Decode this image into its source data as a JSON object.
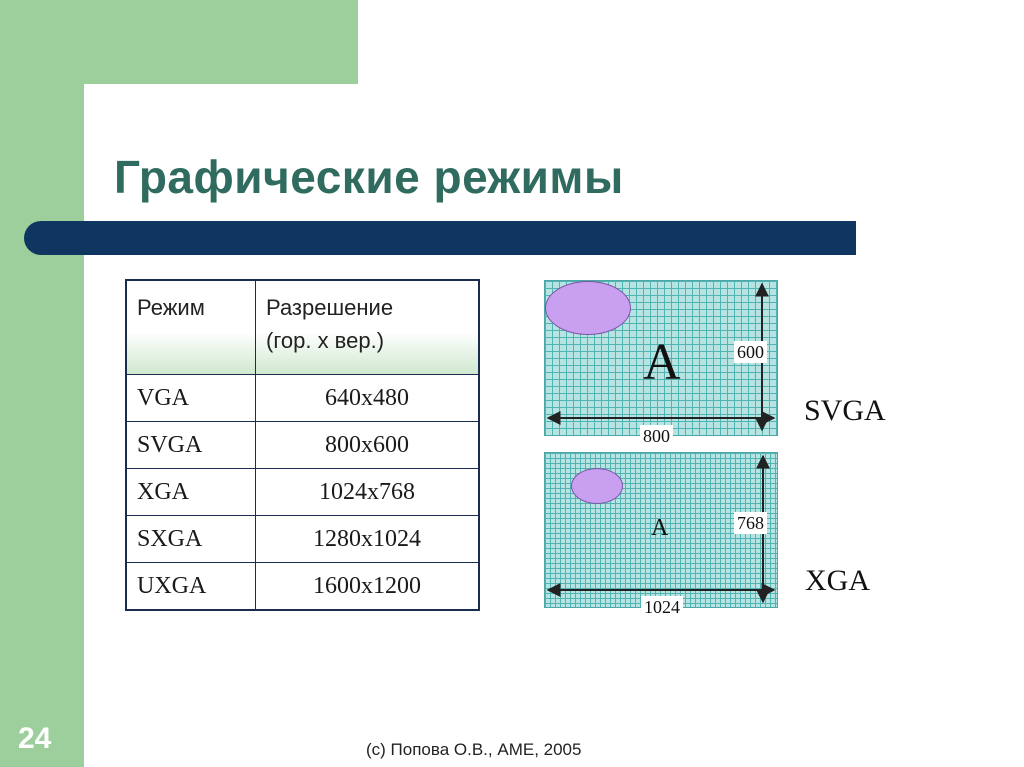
{
  "slide": {
    "title": "Графические режимы",
    "page_number": "24",
    "footer": "(с) Попова О.В., AME,  2005"
  },
  "table": {
    "header": {
      "col1": "Режим",
      "col2_line1": "Разрешение",
      "col2_line2": "(гор. х вер.)"
    },
    "rows": [
      {
        "mode": "VGA",
        "resolution": "640x480"
      },
      {
        "mode": "SVGA",
        "resolution": "800x600"
      },
      {
        "mode": "XGA",
        "resolution": "1024x768"
      },
      {
        "mode": "SXGA",
        "resolution": "1280x1024"
      },
      {
        "mode": "UXGA",
        "resolution": "1600x1200"
      }
    ]
  },
  "diagrams": {
    "svga": {
      "letter": "A",
      "width": "800",
      "height": "600",
      "label": "SVGA"
    },
    "xga": {
      "letter": "A",
      "width": "1024",
      "height": "768",
      "label": "XGA"
    }
  },
  "colors": {
    "sidebar_green": "#9dcf9d",
    "title_bar_navy": "#0f3660",
    "title_text": "#2f6b5e",
    "grid_fill": "#b7e3e3",
    "grid_line": "#52b3b3",
    "oval_fill": "#c9a0f0"
  }
}
